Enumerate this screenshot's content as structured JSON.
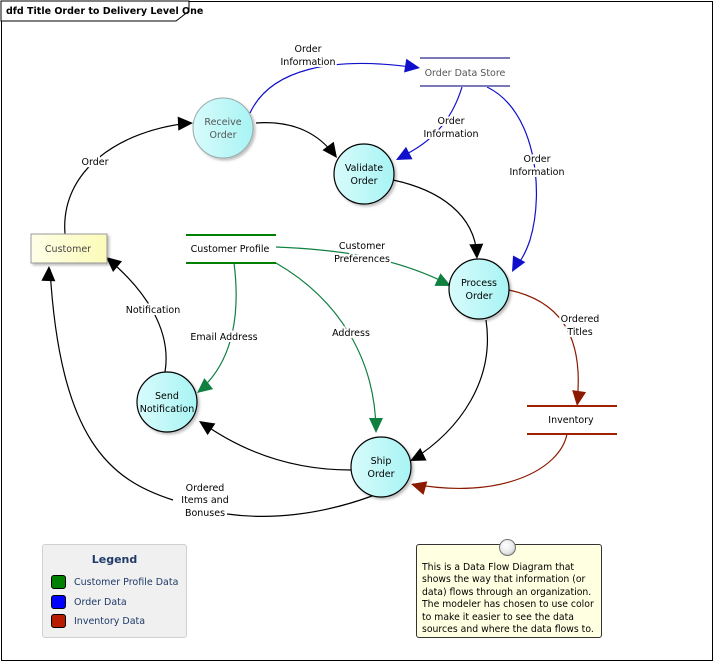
{
  "diagram": {
    "title": "dfd Title Order to Delivery Level One"
  },
  "colors": {
    "customer_profile": "#008000",
    "order": "#0000cc",
    "inventory": "#8b1a00",
    "control": "#000000"
  },
  "external_entities": [
    {
      "id": "customer",
      "label": "Customer"
    }
  ],
  "processes": [
    {
      "id": "receive",
      "lines": [
        "Receive",
        "Order"
      ]
    },
    {
      "id": "validate",
      "lines": [
        "Validate",
        "Order"
      ]
    },
    {
      "id": "process",
      "lines": [
        "Process",
        "Order"
      ]
    },
    {
      "id": "send",
      "lines": [
        "Send",
        "Notification"
      ]
    },
    {
      "id": "ship",
      "lines": [
        "Ship",
        "Order"
      ]
    }
  ],
  "data_stores": [
    {
      "id": "order_store",
      "label": "Order Data Store"
    },
    {
      "id": "profile_store",
      "label": "Customer Profile"
    },
    {
      "id": "inventory_store",
      "label": "Inventory"
    }
  ],
  "flows": [
    {
      "from": "customer",
      "to": "receive",
      "label": [
        "Order"
      ],
      "category": "control"
    },
    {
      "from": "receive",
      "to": "order_store",
      "label": [
        "Order",
        "Information"
      ],
      "category": "order"
    },
    {
      "from": "receive",
      "to": "validate",
      "label": [],
      "category": "control"
    },
    {
      "from": "order_store",
      "to": "validate",
      "label": [
        "Order",
        "Information"
      ],
      "category": "order"
    },
    {
      "from": "order_store",
      "to": "process",
      "label": [
        "Order",
        "Information"
      ],
      "category": "order"
    },
    {
      "from": "validate",
      "to": "process",
      "label": [],
      "category": "control"
    },
    {
      "from": "profile_store",
      "to": "process",
      "label": [
        "Customer",
        "Preferences"
      ],
      "category": "customer_profile"
    },
    {
      "from": "profile_store",
      "to": "send",
      "label": [
        "Email Address"
      ],
      "category": "customer_profile"
    },
    {
      "from": "profile_store",
      "to": "ship",
      "label": [
        "Address"
      ],
      "category": "customer_profile"
    },
    {
      "from": "process",
      "to": "inventory_store",
      "label": [
        "Ordered",
        "Titles"
      ],
      "category": "inventory"
    },
    {
      "from": "process",
      "to": "ship",
      "label": [],
      "category": "control"
    },
    {
      "from": "inventory_store",
      "to": "ship",
      "label": [],
      "category": "inventory"
    },
    {
      "from": "ship",
      "to": "send",
      "label": [],
      "category": "control"
    },
    {
      "from": "send",
      "to": "customer",
      "label": [
        "Notification"
      ],
      "category": "control"
    },
    {
      "from": "ship",
      "to": "customer",
      "label": [
        "Ordered",
        "Items and",
        "Bonuses"
      ],
      "category": "control"
    }
  ],
  "legend": {
    "title": "Legend",
    "items": [
      {
        "label": "Customer Profile Data",
        "color": "#008000"
      },
      {
        "label": "Order Data",
        "color": "#0000ff"
      },
      {
        "label": "Inventory Data",
        "color": "#b81c00"
      }
    ]
  },
  "note": {
    "text": "This is a  Data Flow Diagram that shows the way that information (or data) flows through an organization. The modeler has chosen to use color to make it easier to see the data sources and where the data flows to."
  }
}
